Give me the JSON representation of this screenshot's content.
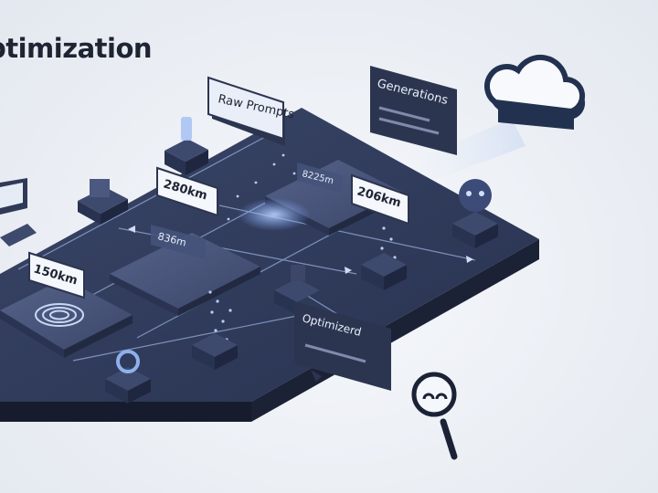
{
  "title": "ptimization",
  "labels": {
    "raw_prompts": "Raw Prompts",
    "generations": "Generations",
    "optimized": "Optimizerd",
    "badge_280": "280km",
    "badge_836": "836m",
    "badge_150": "150km",
    "badge_3225": "8225m",
    "badge_206": "206km"
  },
  "colors": {
    "platform_top": "#2f3a58",
    "platform_side": "#1d2438",
    "accent": "#7fa8ff",
    "callout_bg": "#2c3550",
    "callout_text": "#e9eef8"
  },
  "icons": [
    "cloud-icon",
    "magnifier-icon",
    "robot-icon",
    "globe-icon",
    "fingerprint-icon",
    "server-icon",
    "gear-icon"
  ]
}
